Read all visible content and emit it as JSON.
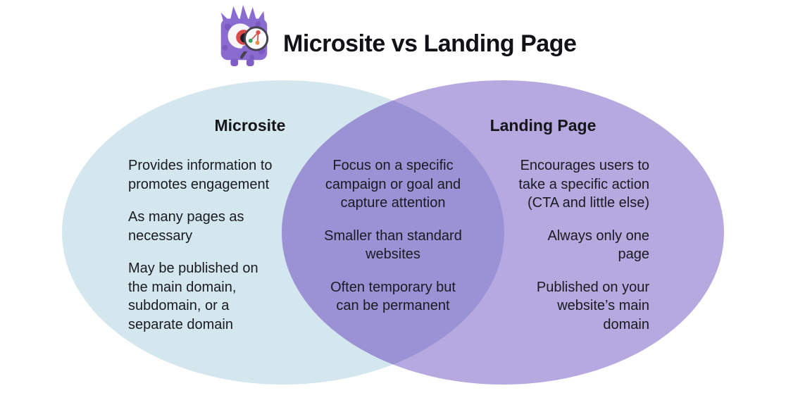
{
  "header": {
    "title": "Microsite vs Landing Page"
  },
  "icons": {
    "mascot": "purple-monster-with-magnifying-glass"
  },
  "colors": {
    "left_circle": "#d5e7ee",
    "right_circle": "#b6a9df",
    "overlap": "#9a92d5",
    "title_text": "#101216",
    "body_text": "#191b20"
  },
  "venn": {
    "left": {
      "label": "Microsite",
      "items": [
        "Provides information to\npromotes engagement",
        "As many pages as\nnecessary",
        "May be published on\nthe main domain,\nsubdomain, or a\nseparate domain"
      ]
    },
    "overlap": {
      "items": [
        "Focus on a specific\ncampaign or goal and\ncapture attention",
        "Smaller than standard\nwebsites",
        "Often temporary but\ncan be permanent"
      ]
    },
    "right": {
      "label": "Landing Page",
      "items": [
        "Encourages users to\ntake a specific action\n(CTA and little else)",
        "Always only one\npage",
        "Published on your\nwebsite’s main\ndomain"
      ]
    }
  }
}
